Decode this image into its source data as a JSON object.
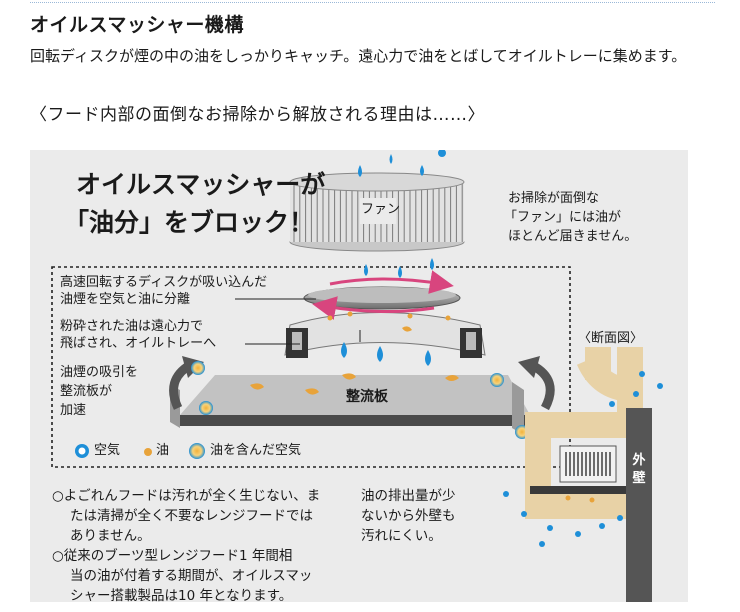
{
  "header": {
    "title": "オイルスマッシャー機構",
    "description": "回転ディスクが煙の中の油をしっかりキャッチ。遠心力で油をとばしてオイルトレーに集めます。",
    "subheading": "〈フード内部の面倒なお掃除から解放される理由は……〉"
  },
  "diagram": {
    "headline_line1": "オイルスマッシャーが",
    "headline_line2": "「油分」をブロック！",
    "fan_label": "ファン",
    "fan_note_line1": "お掃除が面倒な",
    "fan_note_line2": "「ファン」には油が",
    "fan_note_line3": "ほとんど届きません。",
    "disk_callout_line1": "高速回転するディスクが吸い込んだ",
    "disk_callout_line2": "油煙を空気と油に分離",
    "tray_callout_line1": "粉砕された油は遠心力で",
    "tray_callout_line2": "飛ばされ、オイルトレーへ",
    "plate_callout_line1": "油煙の吸引を",
    "plate_callout_line2": "整流板が",
    "plate_callout_line3": "加速",
    "plate_label": "整流板",
    "section_label": "〈断面図〉",
    "wall_label": "外壁",
    "legend": {
      "air": "空気",
      "oil": "油",
      "oily_air": "油を含んだ空気"
    },
    "exhaust_note_line1": "油の排出量が少",
    "exhaust_note_line2": "ないから外壁も",
    "exhaust_note_line3": "汚れにくい。",
    "footnote1_line1": "○よごれんフードは汚れが全く生じない、ま",
    "footnote1_line2": "たは清掃が全く不要なレンジフードでは",
    "footnote1_line3": "ありません。",
    "footnote2_line1": "○従来のブーツ型レンジフード1 年間相",
    "footnote2_line2": "当の油が付着する期間が、オイルスマッ",
    "footnote2_line3": "シャー搭載製品は10 年となります。"
  },
  "colors": {
    "air_blue": "#1e8fd8",
    "oil_orange": "#e8a33a",
    "arrow_pink": "#d8457e",
    "panel_gray": "#ebebeb",
    "duct_beige": "#e8d2a6"
  }
}
